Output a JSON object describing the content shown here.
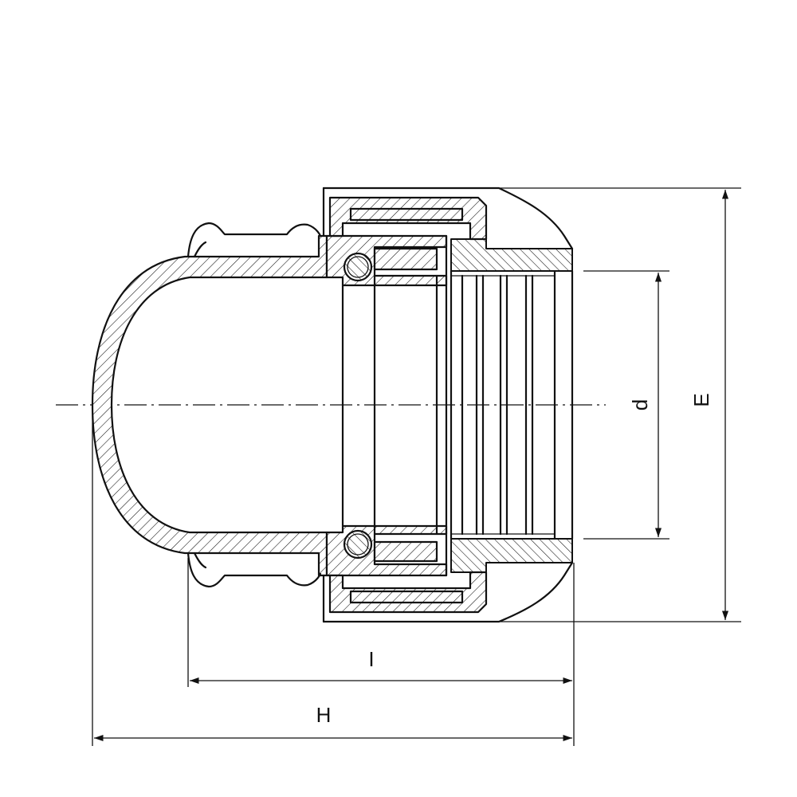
{
  "drawing": {
    "dimensions": {
      "d": "d",
      "E": "E",
      "I": "I",
      "H": "H"
    },
    "line_color": "#111111",
    "background": "#ffffff"
  }
}
